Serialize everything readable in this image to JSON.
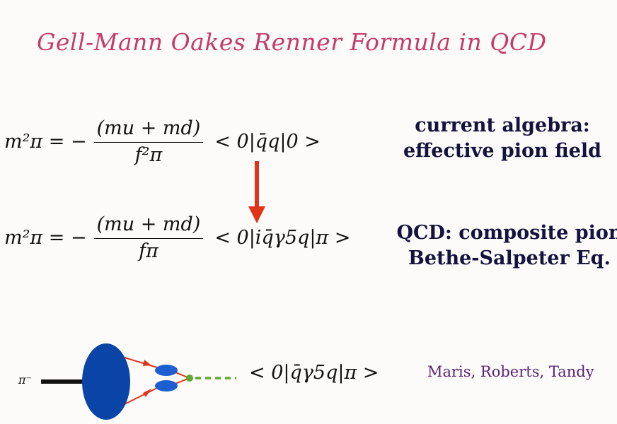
{
  "title": "Gell-Mann Oakes Renner Formula in QCD",
  "eq1": {
    "lhs": "m²π = −",
    "numerator": "(mu + md)",
    "denominator": "f²π",
    "bracket": "< 0|q̄q|0 >"
  },
  "eq2": {
    "lhs": "m²π = −",
    "numerator": "(mu + md)",
    "denominator": "fπ",
    "bracket": "< 0|iq̄γ5q|π >"
  },
  "note1": {
    "line1": "current algebra:",
    "line2": "effective pion field"
  },
  "note2": {
    "line1": "QCD: composite  pion",
    "line2": "Bethe-Salpeter Eq."
  },
  "diagram": {
    "pion_label": "π⁻",
    "bracket": "< 0|q̄γ5q|π >"
  },
  "authors": "Maris, Roberts, Tandy",
  "colors": {
    "title": "#c43b6c",
    "arrow": "#e0341a",
    "blob": "#0a44a6",
    "dashed": "#5ea830",
    "notes": "#14123e",
    "authors": "#5a2378"
  }
}
